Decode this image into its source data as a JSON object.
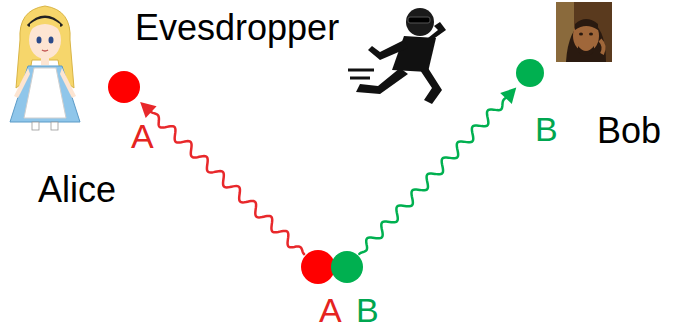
{
  "diagram": {
    "nodes": [
      {
        "text": [
          "A"
        ]
      },
      {
        "text": [
          "B"
        ]
      },
      {
        "text": [
          "A"
        ]
      },
      {
        "text": [
          "B"
        ]
      }
    ],
    "edges": [
      {
        "from": 2,
        "to": 0,
        "arrow": "to"
      },
      {
        "from": 3,
        "to": 1,
        "arrow": "to"
      }
    ],
    "labels": [
      "Evesdropper",
      "Alice",
      "Bob"
    ]
  }
}
